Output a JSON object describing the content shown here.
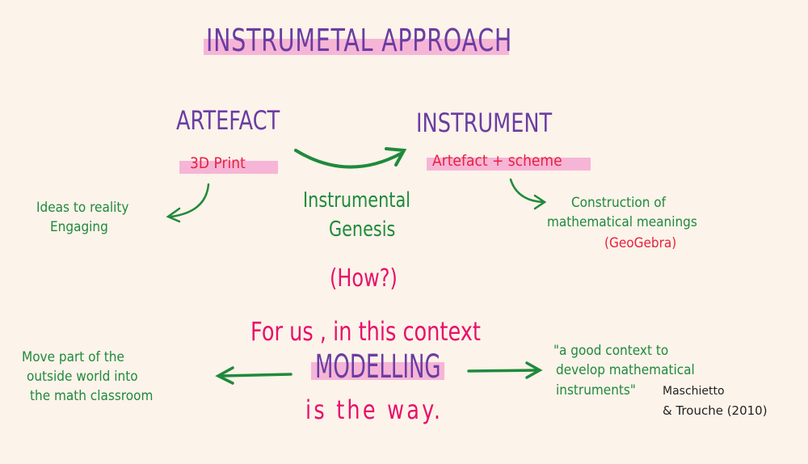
{
  "title": "INSTRUMETAL APPROACH",
  "artefact": {
    "heading": "ARTEFACT",
    "example": "3D Print",
    "notes": [
      "Ideas to reality",
      "Engaging"
    ]
  },
  "instrument": {
    "heading": "INSTRUMENT",
    "formula": "Artefact + scheme",
    "notes": [
      "Construction of",
      "mathematical meanings"
    ],
    "example": "(GeoGebra)"
  },
  "genesis": {
    "lines": [
      "Instrumental",
      "Genesis"
    ],
    "question": "(How?)"
  },
  "context": "For us , in this context",
  "modelling": {
    "word": "MODELLING",
    "tagline": "is the way."
  },
  "left_note": [
    "Move part of the",
    "outside world into",
    "the math classroom"
  ],
  "right_note": [
    "\"a good context to",
    "develop mathematical",
    "instruments\""
  ],
  "citation": [
    "Maschietto",
    "& Trouche (2010)"
  ],
  "colors": {
    "background": "#fcf3ea",
    "purple": "#6a3da3",
    "green": "#1f8a3b",
    "red": "#e8203f",
    "magenta": "#e8106a",
    "highlight": "#f5a9d2"
  }
}
